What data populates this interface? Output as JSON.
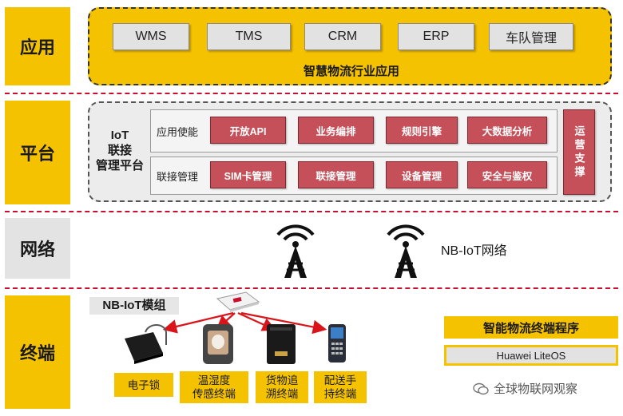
{
  "layers": {
    "application": "应用",
    "platform": "平台",
    "network": "网络",
    "terminal": "终端"
  },
  "application": {
    "systems": [
      "WMS",
      "TMS",
      "CRM",
      "ERP",
      "车队管理"
    ],
    "caption": "智慧物流行业应用"
  },
  "platform": {
    "title_line1": "IoT",
    "title_line2": "联接",
    "title_line3": "管理平台",
    "row1_label": "应用使能",
    "row1_items": [
      "开放API",
      "业务编排",
      "规则引擎",
      "大数据分析"
    ],
    "row2_label": "联接管理",
    "row2_items": [
      "SIM卡管理",
      "联接管理",
      "设备管理",
      "安全与鉴权"
    ],
    "side_label": "运营支撑"
  },
  "network": {
    "label": "NB-IoT网络",
    "icon": "cell-tower-icon"
  },
  "terminal": {
    "module_label": "NB-IoT模组",
    "devices": [
      "电子锁",
      "温湿度传感终端",
      "货物追溯终端",
      "配送手持终端"
    ],
    "device_lines": [
      [
        "电子锁"
      ],
      [
        "温湿度",
        "传感终端"
      ],
      [
        "货物追",
        "溯终端"
      ],
      [
        "配送手",
        "持终端"
      ]
    ],
    "program_label": "智能物流终端程序",
    "os_label": "Huawei LiteOS"
  },
  "watermark": "全球物联网观察",
  "colors": {
    "yellow": "#f5c200",
    "red_box": "#c5505a",
    "separator": "#c8102e",
    "gray_box": "#e2e2e2"
  }
}
